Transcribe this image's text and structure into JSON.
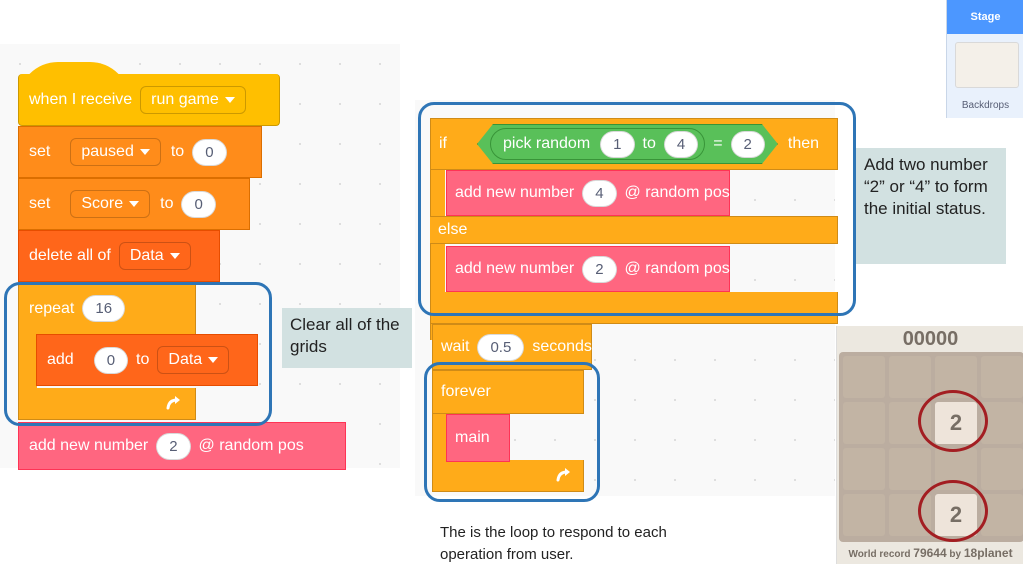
{
  "stage_panel": {
    "stage_label": "Stage",
    "backdrops_label": "Backdrops"
  },
  "left_script": {
    "hat": {
      "text": "when I receive",
      "message": "run game"
    },
    "set_paused": {
      "op": "set",
      "var": "paused",
      "to": "to",
      "value": "0"
    },
    "set_score": {
      "op": "set",
      "var": "Score",
      "to": "to",
      "value": "0"
    },
    "delete_all": {
      "text": "delete all of",
      "list": "Data"
    },
    "repeat": {
      "text": "repeat",
      "count": "16"
    },
    "add_item": {
      "op": "add",
      "value": "0",
      "to": "to",
      "list": "Data"
    },
    "add_number": {
      "text": "add new number",
      "value": "2",
      "suffix": "@ random pos"
    }
  },
  "right_script": {
    "if": {
      "if_text": "if",
      "pick": "pick random",
      "from": "1",
      "to": "to",
      "to_value": "4",
      "equals": "=",
      "compare": "2",
      "then": "then"
    },
    "add_four": {
      "text": "add new number",
      "value": "4",
      "suffix": "@ random pos"
    },
    "else_text": "else",
    "add_two": {
      "text": "add new number",
      "value": "2",
      "suffix": "@ random pos"
    },
    "wait": {
      "text": "wait",
      "value": "0.5",
      "unit": "seconds"
    },
    "forever": "forever",
    "main": "main"
  },
  "annotations": {
    "clear_grids": "Clear all of the grids",
    "add_two_numbers": "Add two number “2” or “4” to form the initial status.",
    "loop_caption": "The is the loop to respond to each operation from user."
  },
  "game": {
    "score": "00000",
    "tiles": [
      "2",
      "2"
    ],
    "record_label": "World record",
    "record_value": "79644",
    "record_by": "by",
    "record_holder": "18planet"
  },
  "colors": {
    "events": "#ffbf00",
    "control": "#ffab19",
    "variables": "#ff8c1a",
    "lists": "#ff661a",
    "my_blocks": "#ff6680",
    "operators": "#59c059",
    "highlight_ring": "#2e75b6",
    "tile_circle": "#a31e22",
    "note_bg": "#d2e1e1"
  },
  "icons": [
    "caret-down-icon",
    "loop-arrow-icon"
  ]
}
